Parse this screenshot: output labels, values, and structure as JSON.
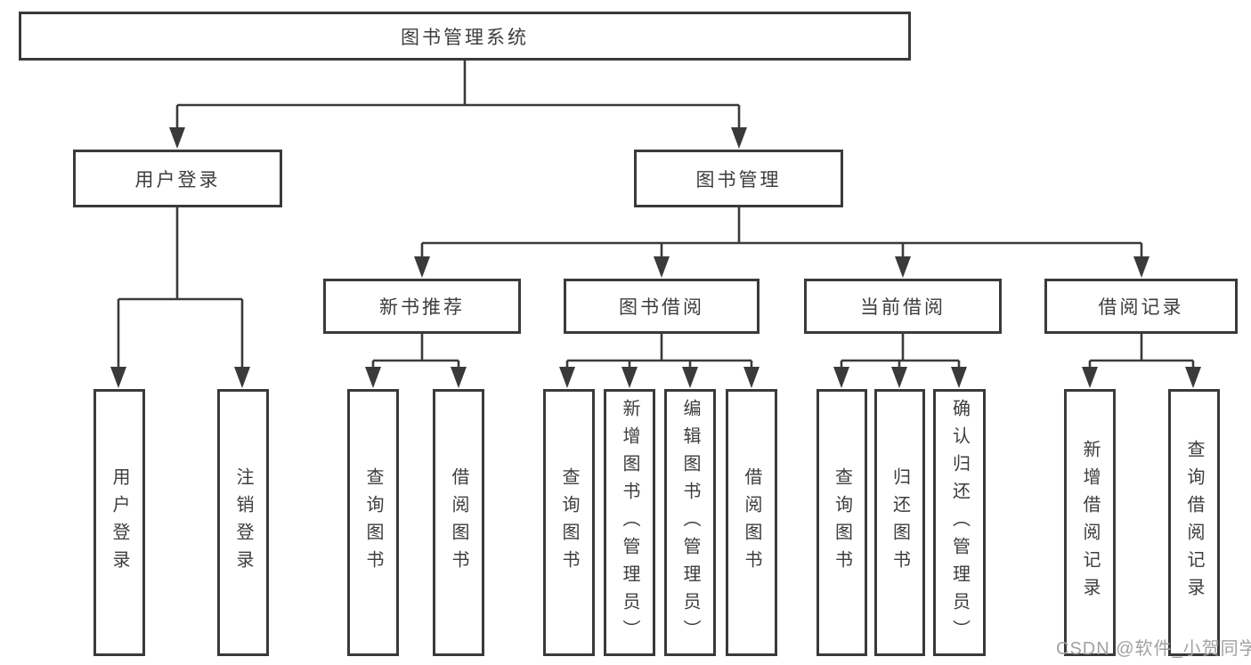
{
  "diagram": {
    "root": {
      "label": "图书管理系统"
    },
    "level2": {
      "user_login": {
        "label": "用户登录"
      },
      "book_management": {
        "label": "图书管理"
      }
    },
    "level3": {
      "new_book_recommend": {
        "label": "新书推荐"
      },
      "book_borrow": {
        "label": "图书借阅"
      },
      "current_borrow": {
        "label": "当前借阅"
      },
      "borrow_records": {
        "label": "借阅记录"
      }
    },
    "leaves": {
      "user_login": {
        "label": "用户登录"
      },
      "logout": {
        "label": "注销登录"
      },
      "nbr_query_books": {
        "label": "查询图书"
      },
      "nbr_borrow_books": {
        "label": "借阅图书"
      },
      "bb_query_books": {
        "label": "查询图书"
      },
      "bb_add_books_admin": {
        "label": "新增图书（管理员）"
      },
      "bb_edit_books_admin": {
        "label": "编辑图书（管理员）"
      },
      "bb_borrow_books": {
        "label": "借阅图书"
      },
      "cb_query_books": {
        "label": "查询图书"
      },
      "cb_return_books": {
        "label": "归还图书"
      },
      "cb_confirm_return_admin": {
        "label": "确认归还（管理员）"
      },
      "br_add_record": {
        "label": "新增借阅记录"
      },
      "br_query_record": {
        "label": "查询借阅记录"
      }
    }
  },
  "watermark": {
    "text": "CSDN @软件_小贺同学"
  },
  "colors": {
    "line": "#3a3a3a",
    "box_border": "#3a3a3a",
    "text": "#3d3d3d",
    "watermark": "#a2a2a2",
    "background": "#ffffff"
  }
}
